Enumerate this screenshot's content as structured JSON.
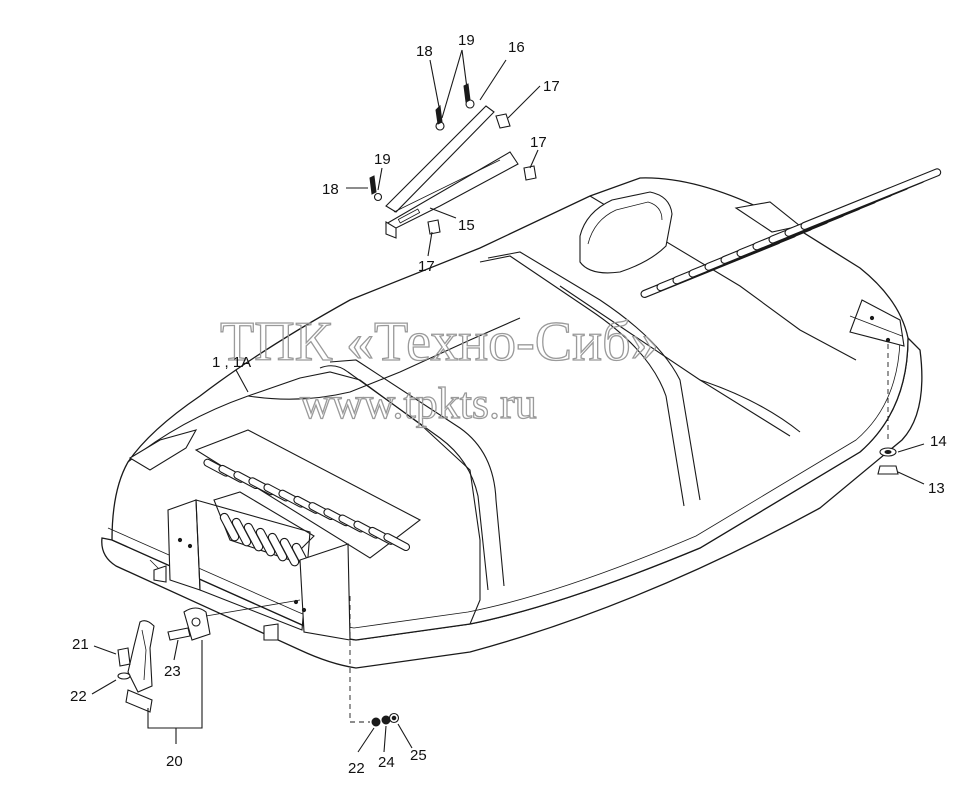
{
  "watermark": {
    "line1": "ТПК «Техно-Сиб»",
    "line2": "www.tpkts.ru"
  },
  "callouts": [
    {
      "id": "c18a",
      "text": "18"
    },
    {
      "id": "c19a",
      "text": "19"
    },
    {
      "id": "c16",
      "text": "16"
    },
    {
      "id": "c17a",
      "text": "17"
    },
    {
      "id": "c17b",
      "text": "17"
    },
    {
      "id": "c19b",
      "text": "19"
    },
    {
      "id": "c18b",
      "text": "18"
    },
    {
      "id": "c15",
      "text": "15"
    },
    {
      "id": "c17c",
      "text": "17"
    },
    {
      "id": "c1",
      "text": "1 , 1А"
    },
    {
      "id": "c14",
      "text": "14"
    },
    {
      "id": "c13",
      "text": "13"
    },
    {
      "id": "c21",
      "text": "21"
    },
    {
      "id": "c23",
      "text": "23"
    },
    {
      "id": "c22a",
      "text": "22"
    },
    {
      "id": "c20",
      "text": "20"
    },
    {
      "id": "c22b",
      "text": "22"
    },
    {
      "id": "c24",
      "text": "24"
    },
    {
      "id": "c25",
      "text": "25"
    }
  ]
}
